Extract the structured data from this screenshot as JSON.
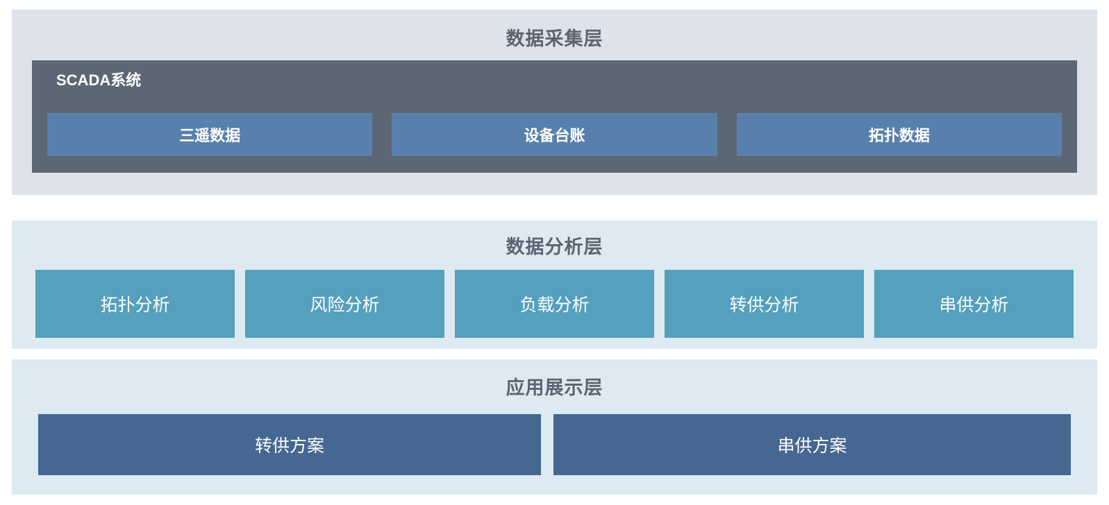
{
  "layers": [
    {
      "id": "data-acquisition",
      "title": "数据采集层",
      "panel": {
        "title": "SCADA系统",
        "items": [
          {
            "label": "三遥数据"
          },
          {
            "label": "设备台账"
          },
          {
            "label": "拓扑数据"
          }
        ]
      }
    },
    {
      "id": "data-analysis",
      "title": "数据分析层",
      "items": [
        {
          "label": "拓扑分析"
        },
        {
          "label": "风险分析"
        },
        {
          "label": "负载分析"
        },
        {
          "label": "转供分析"
        },
        {
          "label": "串供分析"
        }
      ]
    },
    {
      "id": "application-display",
      "title": "应用展示层",
      "items": [
        {
          "label": "转供方案"
        },
        {
          "label": "串供方案"
        }
      ]
    }
  ],
  "colors": {
    "page_background": "#ffffff",
    "acquisition_layer_bg": "#dee2ea",
    "analysis_layer_bg": "#ddeaf1",
    "application_layer_bg": "#ddeaf1",
    "scada_panel_bg": "#5d6674",
    "scada_item_bg": "#5980ac",
    "analysis_item_bg": "#54a0bd",
    "application_item_bg": "#456791",
    "layer_title_text": "#5b6472",
    "item_text": "#ffffff"
  }
}
